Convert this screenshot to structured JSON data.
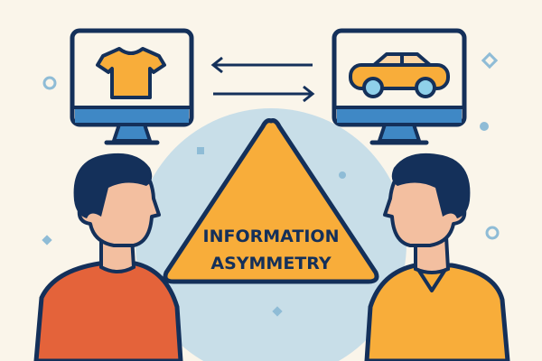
{
  "illustration": {
    "label": "INFORMATION ASYMMETRY",
    "label_line1": "INFORMATION",
    "label_line2": "ASYMMETRY",
    "left_monitor": {
      "item": "t-shirt-icon"
    },
    "right_monitor": {
      "item": "car-icon"
    },
    "colors": {
      "background": "#faf5ea",
      "navy": "#14305a",
      "orange": "#f8ad3a",
      "blue": "#3f88c5",
      "light_blue": "#c8dee8",
      "red_shirt": "#e4633a"
    }
  }
}
